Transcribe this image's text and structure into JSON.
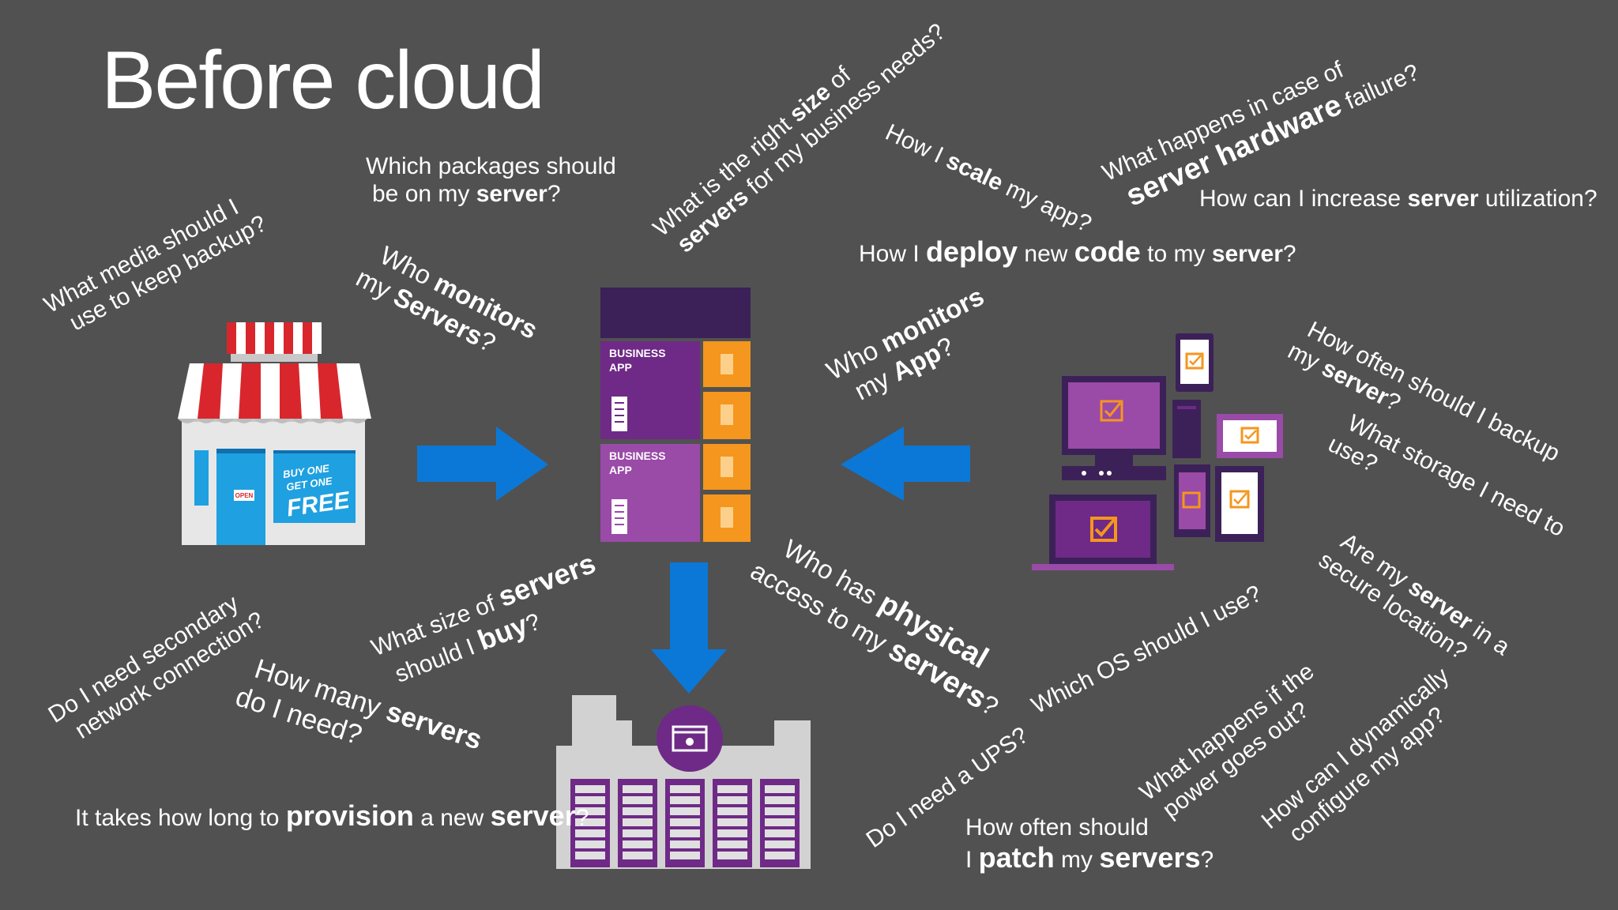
{
  "title": "Before cloud",
  "server_labels": {
    "top": "BUSINESS\nAPP",
    "bottom": "BUSINESS\nAPP"
  },
  "store_sign": {
    "line1": "BUY ONE",
    "line2": "GET ONE",
    "line3": "FREE",
    "open": "OPEN"
  },
  "questions": {
    "media_backup": [
      "What media should I",
      "use to keep backup?"
    ],
    "packages": {
      "l1": "Which packages should",
      "l2a": "be on my ",
      "l2b": "server",
      "l2c": "?"
    },
    "who_monitors_servers": {
      "l1a": "Who ",
      "l1b": "monitors",
      "l2a": "my ",
      "l2b": "Servers",
      "l2c": "?"
    },
    "right_size": {
      "l1a": "What is the right ",
      "l1b": "size",
      "l1c": " of",
      "l2a": "servers",
      "l2b": " for my business needs?"
    },
    "scale": {
      "a": "How I ",
      "b": "scale",
      "c": " my app?"
    },
    "hardware_failure": {
      "l1": "What happens in case of",
      "l2a": "server hardware",
      "l2b": " failure?"
    },
    "utilization": {
      "a": "How can I increase ",
      "b": "server",
      "c": " utilization?"
    },
    "deploy": {
      "a": "How I ",
      "b": "deploy",
      "c": " new ",
      "d": "code",
      "e": " to my ",
      "f": "server",
      "g": "?"
    },
    "who_monitors_app": {
      "l1a": "Who ",
      "l1b": "monitors",
      "l2a": "my ",
      "l2b": "App",
      "l2c": "?"
    },
    "backup_often": {
      "l1": "How often should I backup",
      "l2a": "my ",
      "l2b": "server",
      "l2c": "?"
    },
    "storage": [
      "What storage I need to",
      "use?"
    ],
    "secure_location": {
      "l1a": "Are my ",
      "l1b": "server",
      "l1c": " in a",
      "l2": "secure location?"
    },
    "secondary_network": [
      "Do I need secondary",
      "network connection?"
    ],
    "what_size_buy": {
      "l1a": "What size of ",
      "l1b": "servers",
      "l2a": "should I ",
      "l2b": "buy",
      "l2c": "?"
    },
    "physical_access": {
      "l1a": "Who has ",
      "l1b": "physical",
      "l2a": "access to my ",
      "l2b": "servers",
      "l2c": "?"
    },
    "which_os": "Which OS should I use?",
    "how_many": {
      "l1": "How many ",
      "l1b": "servers",
      "l2": "do I need?"
    },
    "power": [
      "What happens if the",
      "power goes out?"
    ],
    "dynamic": [
      "How can I dynamically",
      "configure my app?"
    ],
    "ups": "Do I need a UPS?",
    "provision": {
      "a": "It takes how long to ",
      "b": "provision",
      "c": " a new ",
      "d": "server",
      "e": "?"
    },
    "patch": {
      "l1": "How often should",
      "l2a": "I ",
      "l2b": "patch",
      "l2c": " my ",
      "l2d": "servers",
      "l2e": "?"
    }
  },
  "colors": {
    "background": "#515151",
    "arrow_blue": "#0b78d7",
    "purple_dark": "#3c2158",
    "purple": "#6e2a86",
    "purple_light": "#9a4aa7",
    "orange": "#f5961e",
    "store_red": "#d9262d",
    "store_blue": "#1fa0e0",
    "datacenter_gray": "#d2d2d2"
  },
  "icons": [
    "storefront-icon",
    "server-rack-icon",
    "datacenter-icon",
    "devices-icon",
    "arrow-right-icon",
    "arrow-left-icon",
    "arrow-down-icon",
    "gear-window-icon"
  ]
}
